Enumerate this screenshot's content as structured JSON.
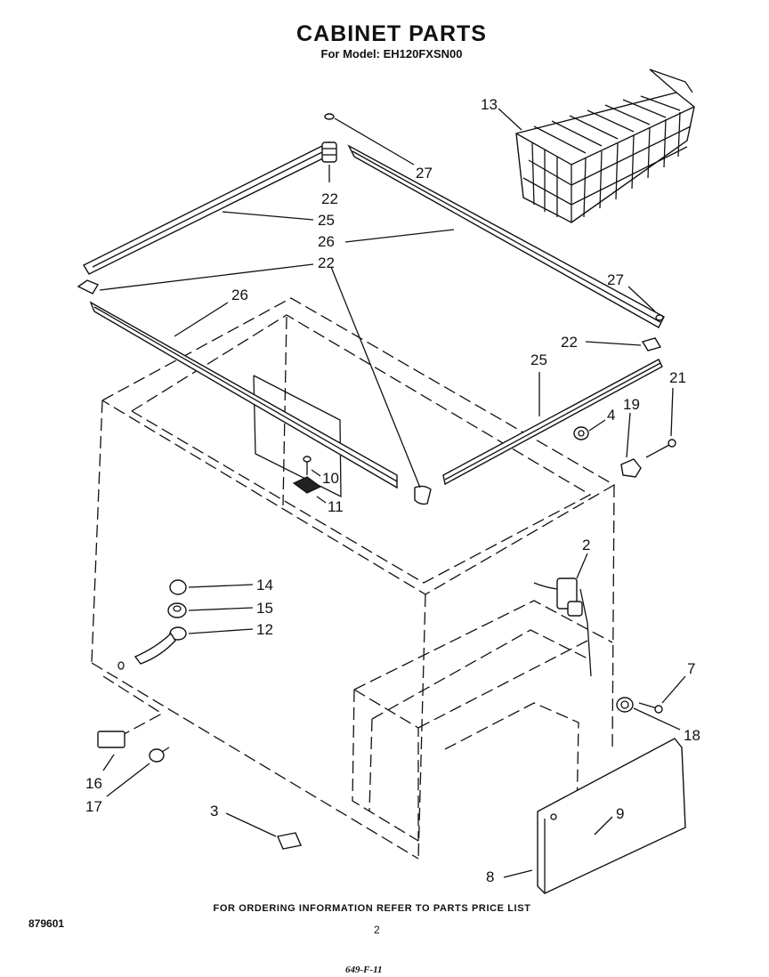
{
  "header": {
    "title": "CABINET PARTS",
    "subtitle": "For Model: EH120FXSN00"
  },
  "footer": {
    "ordering_note": "FOR ORDERING INFORMATION REFER TO PARTS PRICE LIST",
    "doc_number": "879601",
    "page_number": "2",
    "sheet_code": "649-F-11"
  },
  "callouts": {
    "c13": "13",
    "c27a": "27",
    "c22a": "22",
    "c25a": "25",
    "c26a": "26",
    "c22b": "22",
    "c26b": "26",
    "c27b": "27",
    "c22c": "22",
    "c25b": "25",
    "c21": "21",
    "c4": "4",
    "c19": "19",
    "c10": "10",
    "c11": "11",
    "c2": "2",
    "c14": "14",
    "c15": "15",
    "c12": "12",
    "c7": "7",
    "c18": "18",
    "c16": "16",
    "c17": "17",
    "c9": "9",
    "c3": "3",
    "c8": "8"
  }
}
